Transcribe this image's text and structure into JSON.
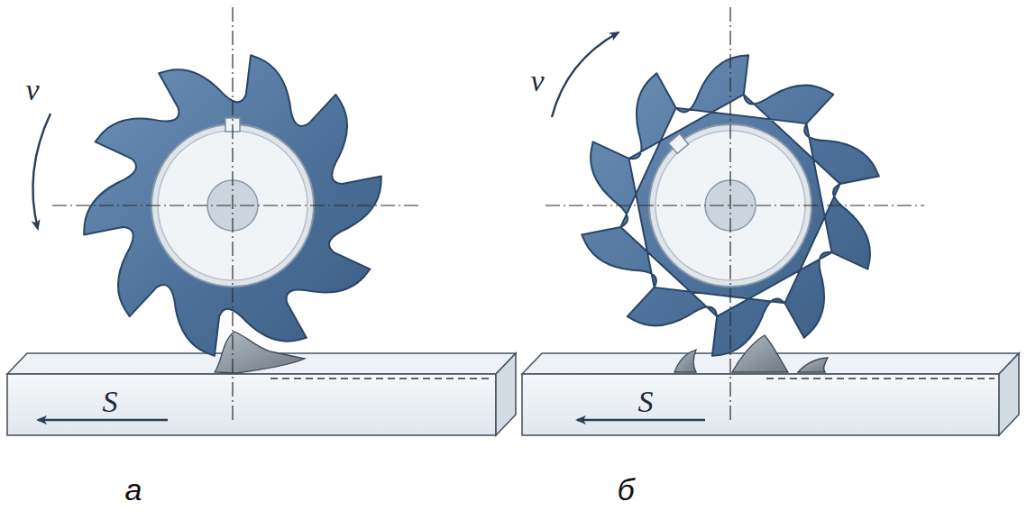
{
  "diagram": {
    "labels": [
      "v",
      "S",
      "а",
      "v",
      "S",
      "б"
    ]
  }
}
